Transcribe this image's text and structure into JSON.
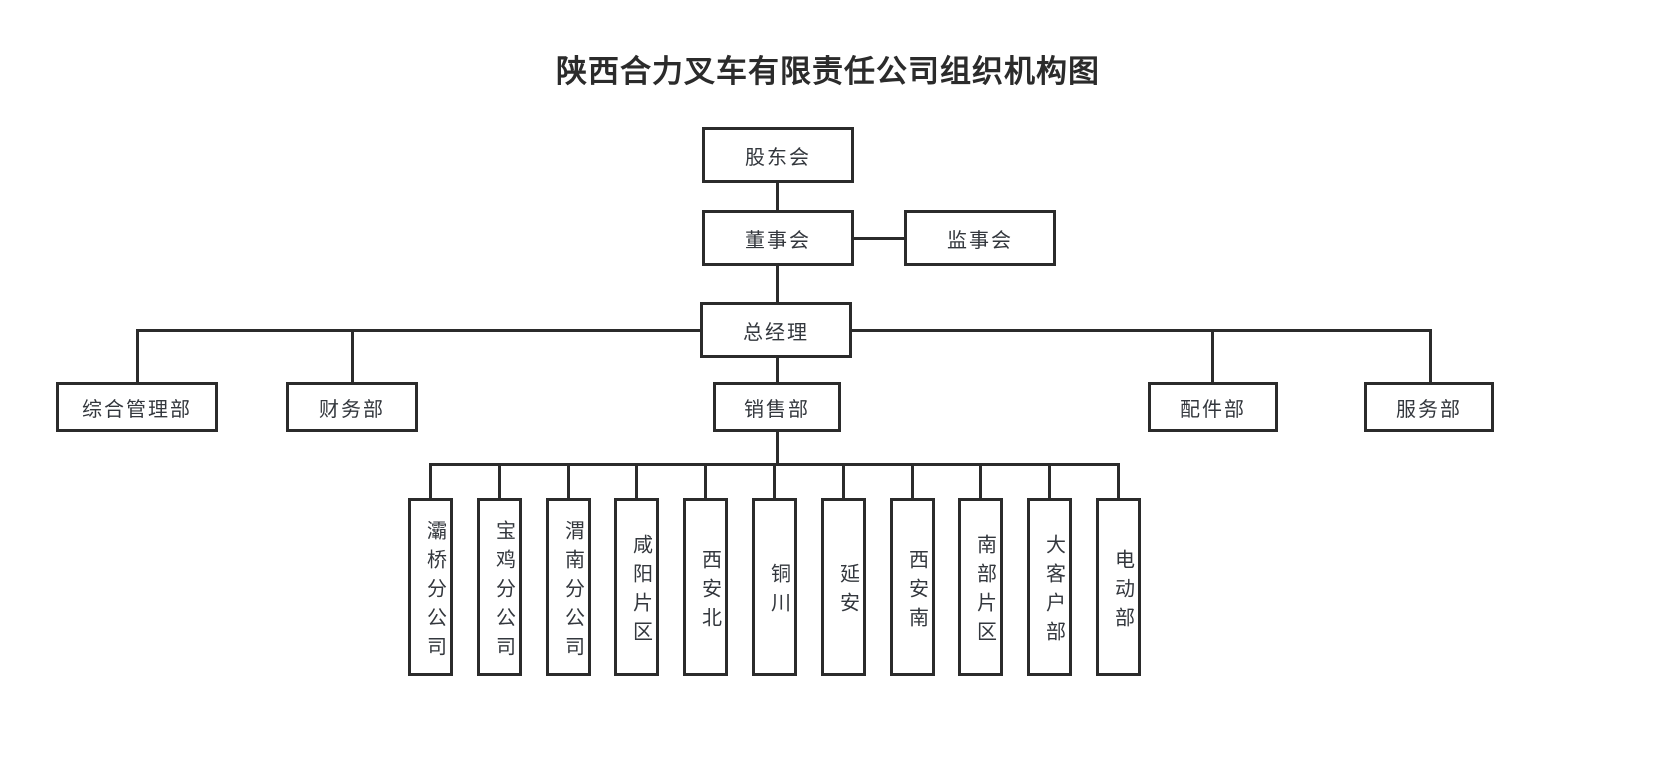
{
  "title": "陕西合力叉车有限责任公司组织机构图",
  "nodes": {
    "shareholders": "股东会",
    "board": "董事会",
    "supervisors": "监事会",
    "general_manager": "总经理",
    "admin": "综合管理部",
    "finance": "财务部",
    "sales": "销售部",
    "parts": "配件部",
    "service": "服务部"
  },
  "branches": [
    {
      "label": "灞桥分公司"
    },
    {
      "label": "宝鸡分公司"
    },
    {
      "label": "渭南分公司"
    },
    {
      "label": "咸阳片区"
    },
    {
      "label": "西安北"
    },
    {
      "label": "铜川"
    },
    {
      "label": "延安"
    },
    {
      "label": "西安南"
    },
    {
      "label": "南部片区"
    },
    {
      "label": "大客户部"
    },
    {
      "label": "电动部"
    }
  ],
  "colors": {
    "border": "#2b2b2b",
    "text": "#33373d",
    "title": "#2b2b2b",
    "background": "#ffffff"
  }
}
